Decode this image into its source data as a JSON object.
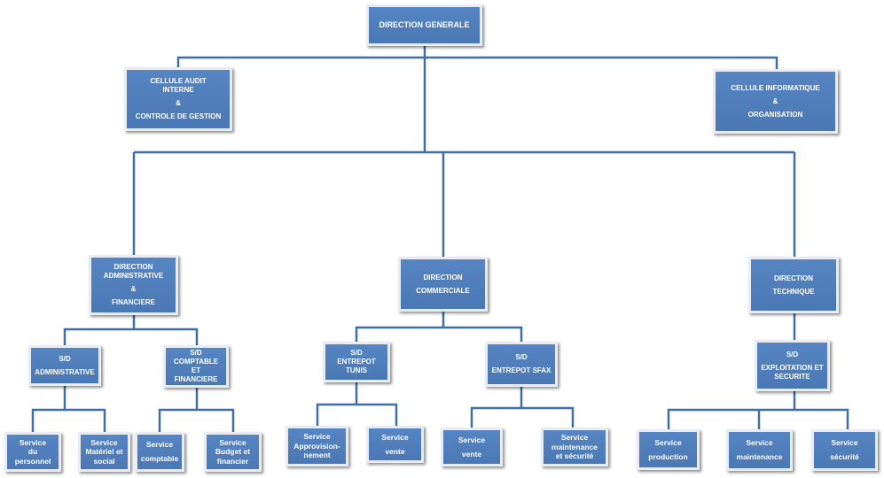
{
  "nodes": {
    "dg": [
      "DIRECTION GENERALE"
    ],
    "audit": [
      "CELLULE AUDIT",
      "INTERNE",
      "&",
      "CONTROLE DE GESTION"
    ],
    "info": [
      "CELLULE INFORMATIQUE",
      "&",
      "ORGANISATION"
    ],
    "daf": [
      "DIRECTION",
      "ADMINISTRATIVE",
      "&",
      "FINANCIERE"
    ],
    "dc": [
      "DIRECTION",
      "COMMERCIALE"
    ],
    "dt": [
      "DIRECTION",
      "TECHNIQUE"
    ],
    "sd_admin": [
      "S/D",
      "ADMINISTRATIVE"
    ],
    "sd_compt": [
      "S/D",
      "COMPTABLE",
      "ET",
      "FINANCIERE"
    ],
    "sd_tunis": [
      "S/D",
      "ENTREPOT",
      "TUNIS"
    ],
    "sd_sfax": [
      "S/D",
      "ENTREPOT  SFAX"
    ],
    "sd_exploit": [
      "S/D",
      "EXPLOITATION ET",
      "SECURITE"
    ],
    "svc_personnel": [
      "Service",
      "du",
      "personnel"
    ],
    "svc_materiel": [
      "Service",
      "Matériel et",
      "social"
    ],
    "svc_comptable": [
      "Service",
      "comptable"
    ],
    "svc_budget": [
      "Service",
      "Budget et",
      "financier"
    ],
    "svc_appro": [
      "Service",
      "Approvision-",
      "nement"
    ],
    "svc_vente_tunis": [
      "Service",
      "vente"
    ],
    "svc_vente_sfax": [
      "Service",
      "vente"
    ],
    "svc_maint_secu": [
      "Service",
      "maintenance",
      "et sécurité"
    ],
    "svc_production": [
      "Service",
      "production"
    ],
    "svc_maintenance": [
      "Service",
      "maintenance"
    ],
    "svc_securite": [
      "Service",
      "sécurité"
    ]
  },
  "colors": {
    "box_fill": "#4f7fbc",
    "box_border": "#e9ecf2",
    "connector": "#3f6ea8",
    "text": "#ffffff"
  }
}
